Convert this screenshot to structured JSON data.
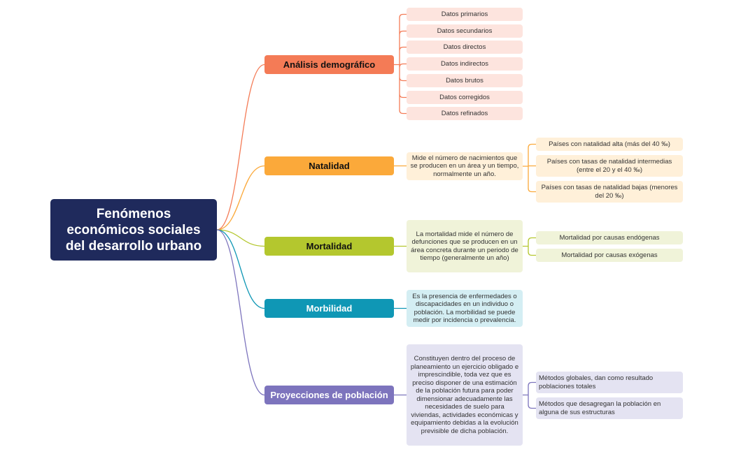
{
  "root": {
    "label": "Fenómenos económicos sociales del desarrollo urbano"
  },
  "branches": [
    {
      "label": "Análisis demográfico",
      "color": "#f47b56",
      "light": "#fde4de",
      "text_color": "#111111",
      "items": [
        "Datos primarios",
        "Datos secundarios",
        "Datos directos",
        "Datos indirectos",
        "Datos brutos",
        "Datos corregidos",
        "Datos refinados"
      ]
    },
    {
      "label": "Natalidad",
      "color": "#fba93a",
      "light": "#fff0d9",
      "text_color": "#111111",
      "description": "Mide el número de nacimientos que se producen en un área y un tiempo, normalmente un año.",
      "items": [
        "Países con natalidad alta (más del 40 ‰)",
        "Países con tasas de natalidad intermedias (entre el 20 y el 40 ‰)",
        "Países con tasas de natalidad bajas (menores del 20 ‰)"
      ]
    },
    {
      "label": "Mortalidad",
      "color": "#b4c72e",
      "light": "#f0f3d9",
      "text_color": "#111111",
      "description": "La mortalidad mide el número de defunciones que se producen en un área concreta durante un periodo de tiempo (generalmente un año)",
      "items": [
        "Mortalidad por causas endógenas",
        "Mortalidad por causas exógenas"
      ]
    },
    {
      "label": "Morbilidad",
      "color": "#0f97b5",
      "light": "#d4eef3",
      "text_color": "#ffffff",
      "description": "Es la presencia de enfermedades o discapacidades en un individuo o población. La morbilidad se puede medir por incidencia o prevalencia."
    },
    {
      "label": "Proyecciones de población",
      "color": "#7d74bd",
      "light": "#e4e3f2",
      "text_color": "#ffffff",
      "description": "Constituyen dentro del proceso de planeamiento un ejercicio obligado e imprescindible, toda vez que es preciso disponer de una estimación de la población futura para poder dimensionar adecuadamente las necesidades de suelo para viviendas, actividades económicas y equipamiento debidas a la evolución previsible de dicha población.",
      "items": [
        "Métodos globales, dan como resultado poblaciones totales",
        "Métodos que desagregan la población en alguna de sus estructuras"
      ]
    }
  ]
}
